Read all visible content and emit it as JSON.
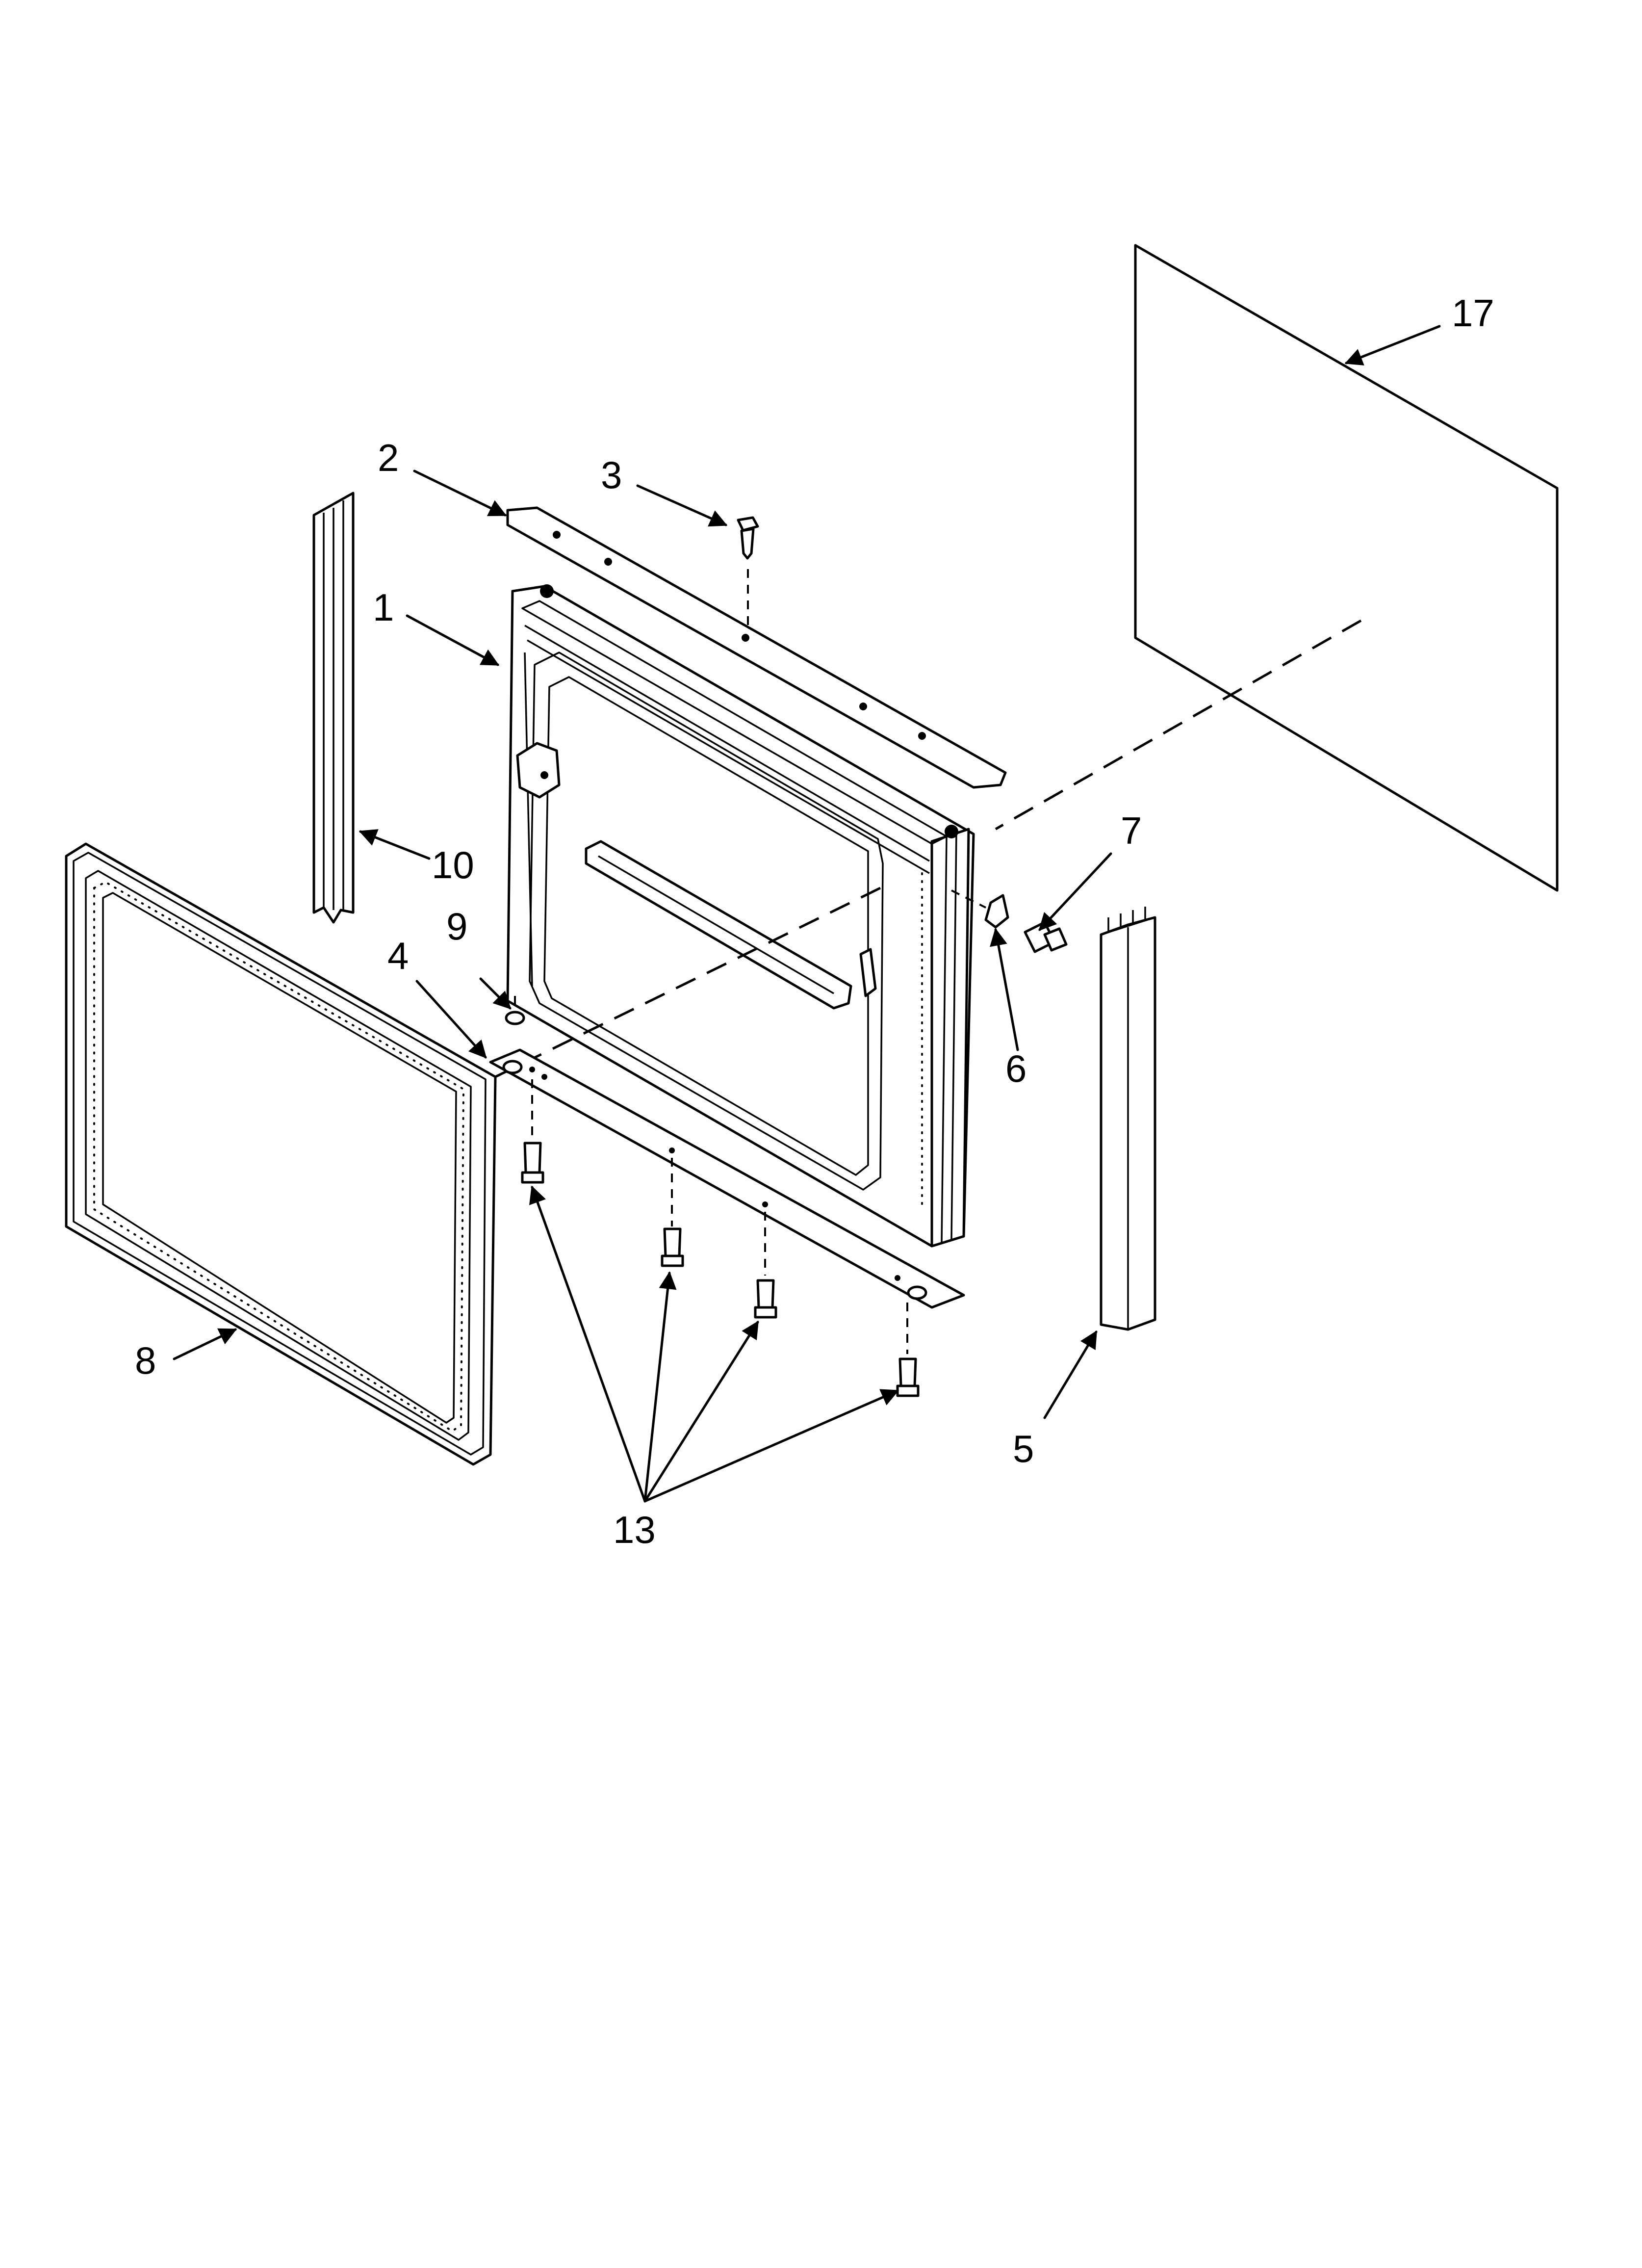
{
  "callouts": [
    {
      "id": "1",
      "label": "1"
    },
    {
      "id": "2",
      "label": "2"
    },
    {
      "id": "3",
      "label": "3"
    },
    {
      "id": "4",
      "label": "4"
    },
    {
      "id": "5",
      "label": "5"
    },
    {
      "id": "6",
      "label": "6"
    },
    {
      "id": "7",
      "label": "7"
    },
    {
      "id": "8",
      "label": "8"
    },
    {
      "id": "9",
      "label": "9"
    },
    {
      "id": "10",
      "label": "10"
    },
    {
      "id": "13",
      "label": "13"
    },
    {
      "id": "17",
      "label": "17"
    }
  ]
}
